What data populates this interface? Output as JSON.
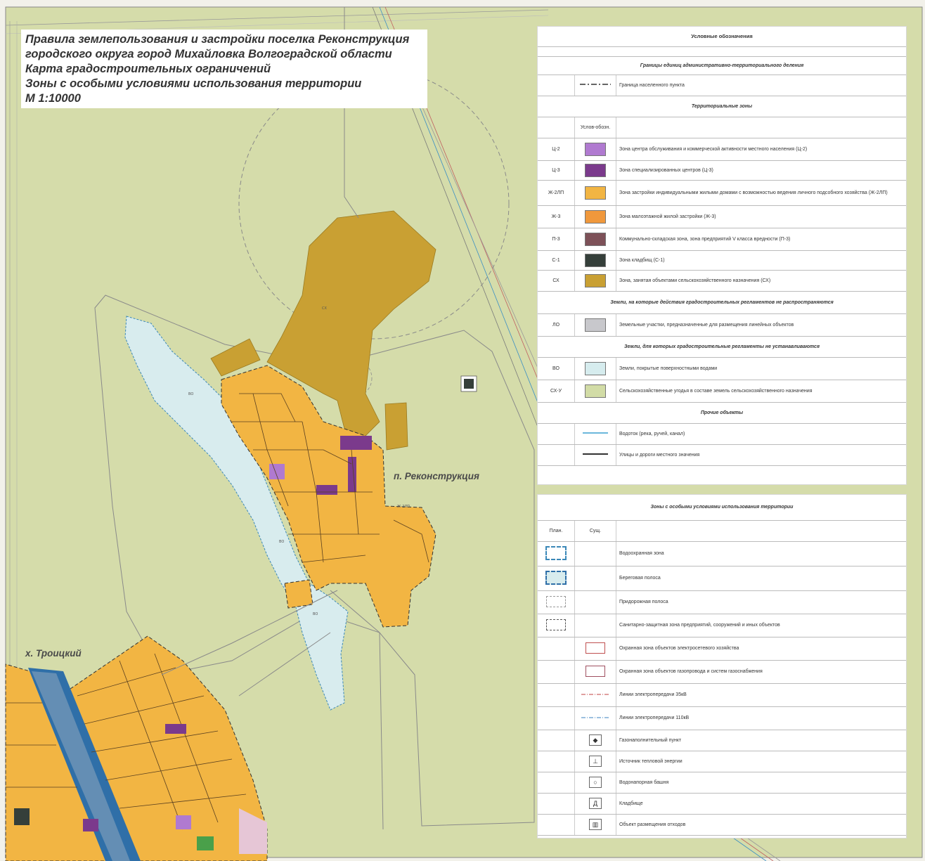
{
  "title": {
    "line1": "Правила землепользования и застройки поселка Реконструкция",
    "line2": "городского округа город Михайловка Волгоградской области",
    "line3": "Карта градостроительных ограничений",
    "line4": "Зоны с особыми условиями использования территории",
    "line5": "М 1:10000"
  },
  "places": {
    "settlement1": "п. Реконструкция",
    "settlement2": "х. Троицкий"
  },
  "legend1": {
    "header": "Условные обозначения",
    "boundaries_section": "Границы единиц административно-территориального деления",
    "boundary_item": "Граница населенного пункта",
    "territorial_section": "Территориальные зоны",
    "symbol_col_header": "Услов-обозн.",
    "zones": [
      {
        "code": "Ц-2",
        "color": "#b07ad0",
        "label": "Зона центра обслуживания и коммерческой активности местного населения (Ц-2)"
      },
      {
        "code": "Ц-3",
        "color": "#7b3a8c",
        "label": "Зона специализированных центров (Ц-3)"
      },
      {
        "code": "Ж-2ЛП",
        "color": "#f2b543",
        "label": "Зона застройки индивидуальными жилыми домами с возможностью ведения личного подсобного хозяйства (Ж-2ЛП)"
      },
      {
        "code": "Ж-3",
        "color": "#f0983c",
        "label": "Зона малоэтажной жилой застройки (Ж-3)"
      },
      {
        "code": "П-3",
        "color": "#7d5158",
        "label": "Коммунально-складская зона, зона предприятий V класса вредности (П-3)"
      },
      {
        "code": "С-1",
        "color": "#353f3a",
        "label": "Зона кладбищ (С-1)"
      },
      {
        "code": "СХ",
        "color": "#c9a033",
        "label": "Зона, занятая объектами сельскохозяйственного назначения (СХ)"
      }
    ],
    "no_regulations_section": "Земли, на которые действия градостроительных регламентов не распространяются",
    "lo": {
      "code": "ЛО",
      "color": "#c8c8cc",
      "label": "Земельные участки, предназначенные для размещения линейных объектов"
    },
    "not_established_section": "Земли, для которых градостроительные регламенты не устанавливаются",
    "vo": {
      "code": "ВО",
      "color": "#d6ecee",
      "label": "Земли, покрытые поверхностными водами"
    },
    "sxu": {
      "code": "СХ-У",
      "color": "#d2dca6",
      "label": "Сельскохозяйственные угодья в составе земель сельскохозяйственного назначения"
    },
    "other_section": "Прочие объекты",
    "watercourse": "Водоток (река, ручей, канал)",
    "roads": "Улицы и дороги местного значения"
  },
  "legend2": {
    "header": "Зоны с особыми условиями использования территории",
    "col_plan": "План.",
    "col_exist": "Сущ.",
    "items": [
      {
        "label": "Водоохранная зона"
      },
      {
        "label": "Береговая полоса"
      },
      {
        "label": "Придорожная полоса"
      },
      {
        "label": "Санитарно-защитная зона предприятий, сооружений и иных объектов"
      },
      {
        "label": "Охранная зона объектов электросетевого хозяйства"
      },
      {
        "label": "Охранная зона объектов газопровода и систем газоснабжения"
      },
      {
        "label": "Линии электропередачи 35кВ"
      },
      {
        "label": "Линии электропередачи 110кВ"
      },
      {
        "label": "Газонаполнительный пункт"
      },
      {
        "label": "Источник тепловой энергии"
      },
      {
        "label": "Водонапорная башня"
      },
      {
        "label": "Кладбище"
      },
      {
        "label": "Объект размещения отходов"
      }
    ]
  },
  "colors": {
    "background": "#d5dcaa",
    "water": "#d8ecee",
    "residential": "#f2b543",
    "agricultural": "#c9a033",
    "rail": "#2f6fa8"
  }
}
